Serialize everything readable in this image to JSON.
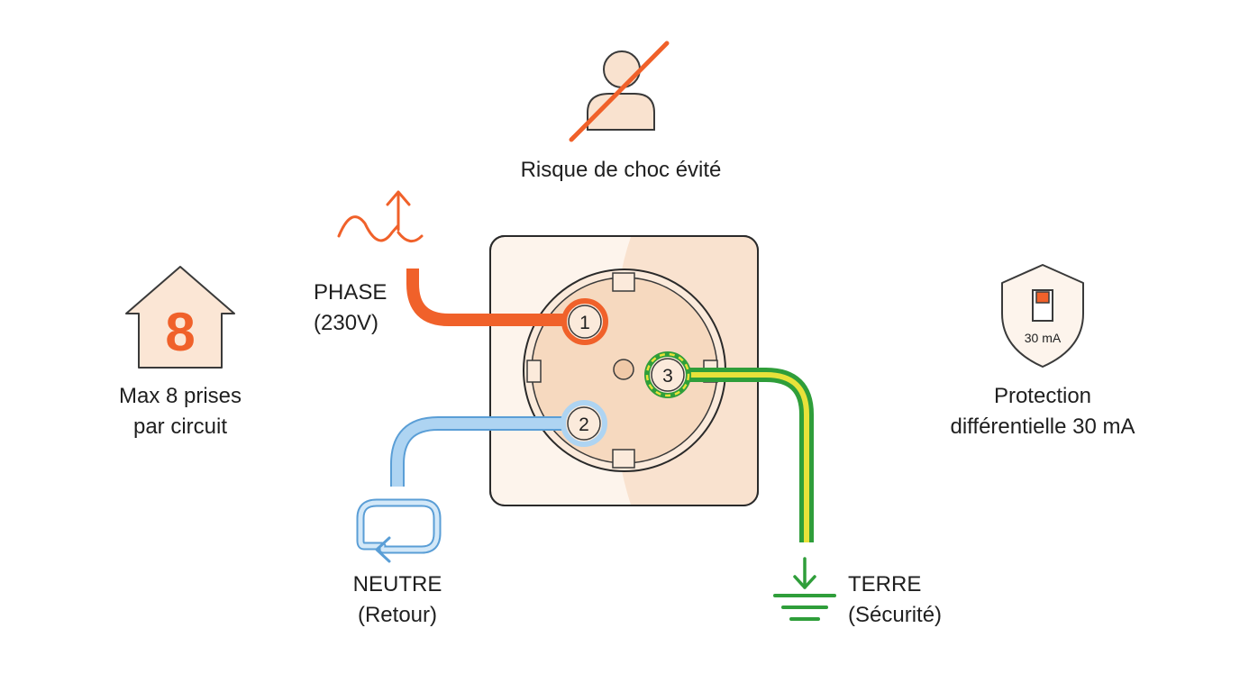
{
  "colors": {
    "phase": "#f0612a",
    "neutral": "#aed4f2",
    "neutral_stroke": "#5a9ed6",
    "earth_green": "#2f9e3a",
    "earth_yellow": "#e8e23a",
    "socket_fill": "#f9e2cf",
    "outline": "#2a2a2a",
    "text": "#1f1f1f"
  },
  "shock": {
    "caption": "Risque de choc évité",
    "icon": "person-crossed-out-icon"
  },
  "phase": {
    "title": "PHASE",
    "voltage": "(230V)",
    "icon": "alternating-current-icon",
    "terminal_number": "1"
  },
  "neutral": {
    "title": "NEUTRE",
    "subtitle": "(Retour)",
    "icon": "return-arrow-icon",
    "terminal_number": "2"
  },
  "earth": {
    "title": "TERRE",
    "subtitle": "(Sécurité)",
    "icon": "ground-symbol-icon",
    "terminal_number": "3"
  },
  "house": {
    "number": "8",
    "line1": "Max 8 prises",
    "line2": "par circuit",
    "icon": "house-icon"
  },
  "protection": {
    "badge": "30 mA",
    "line1": "Protection",
    "line2": "différentielle 30 mA",
    "icon": "shield-breaker-icon"
  }
}
